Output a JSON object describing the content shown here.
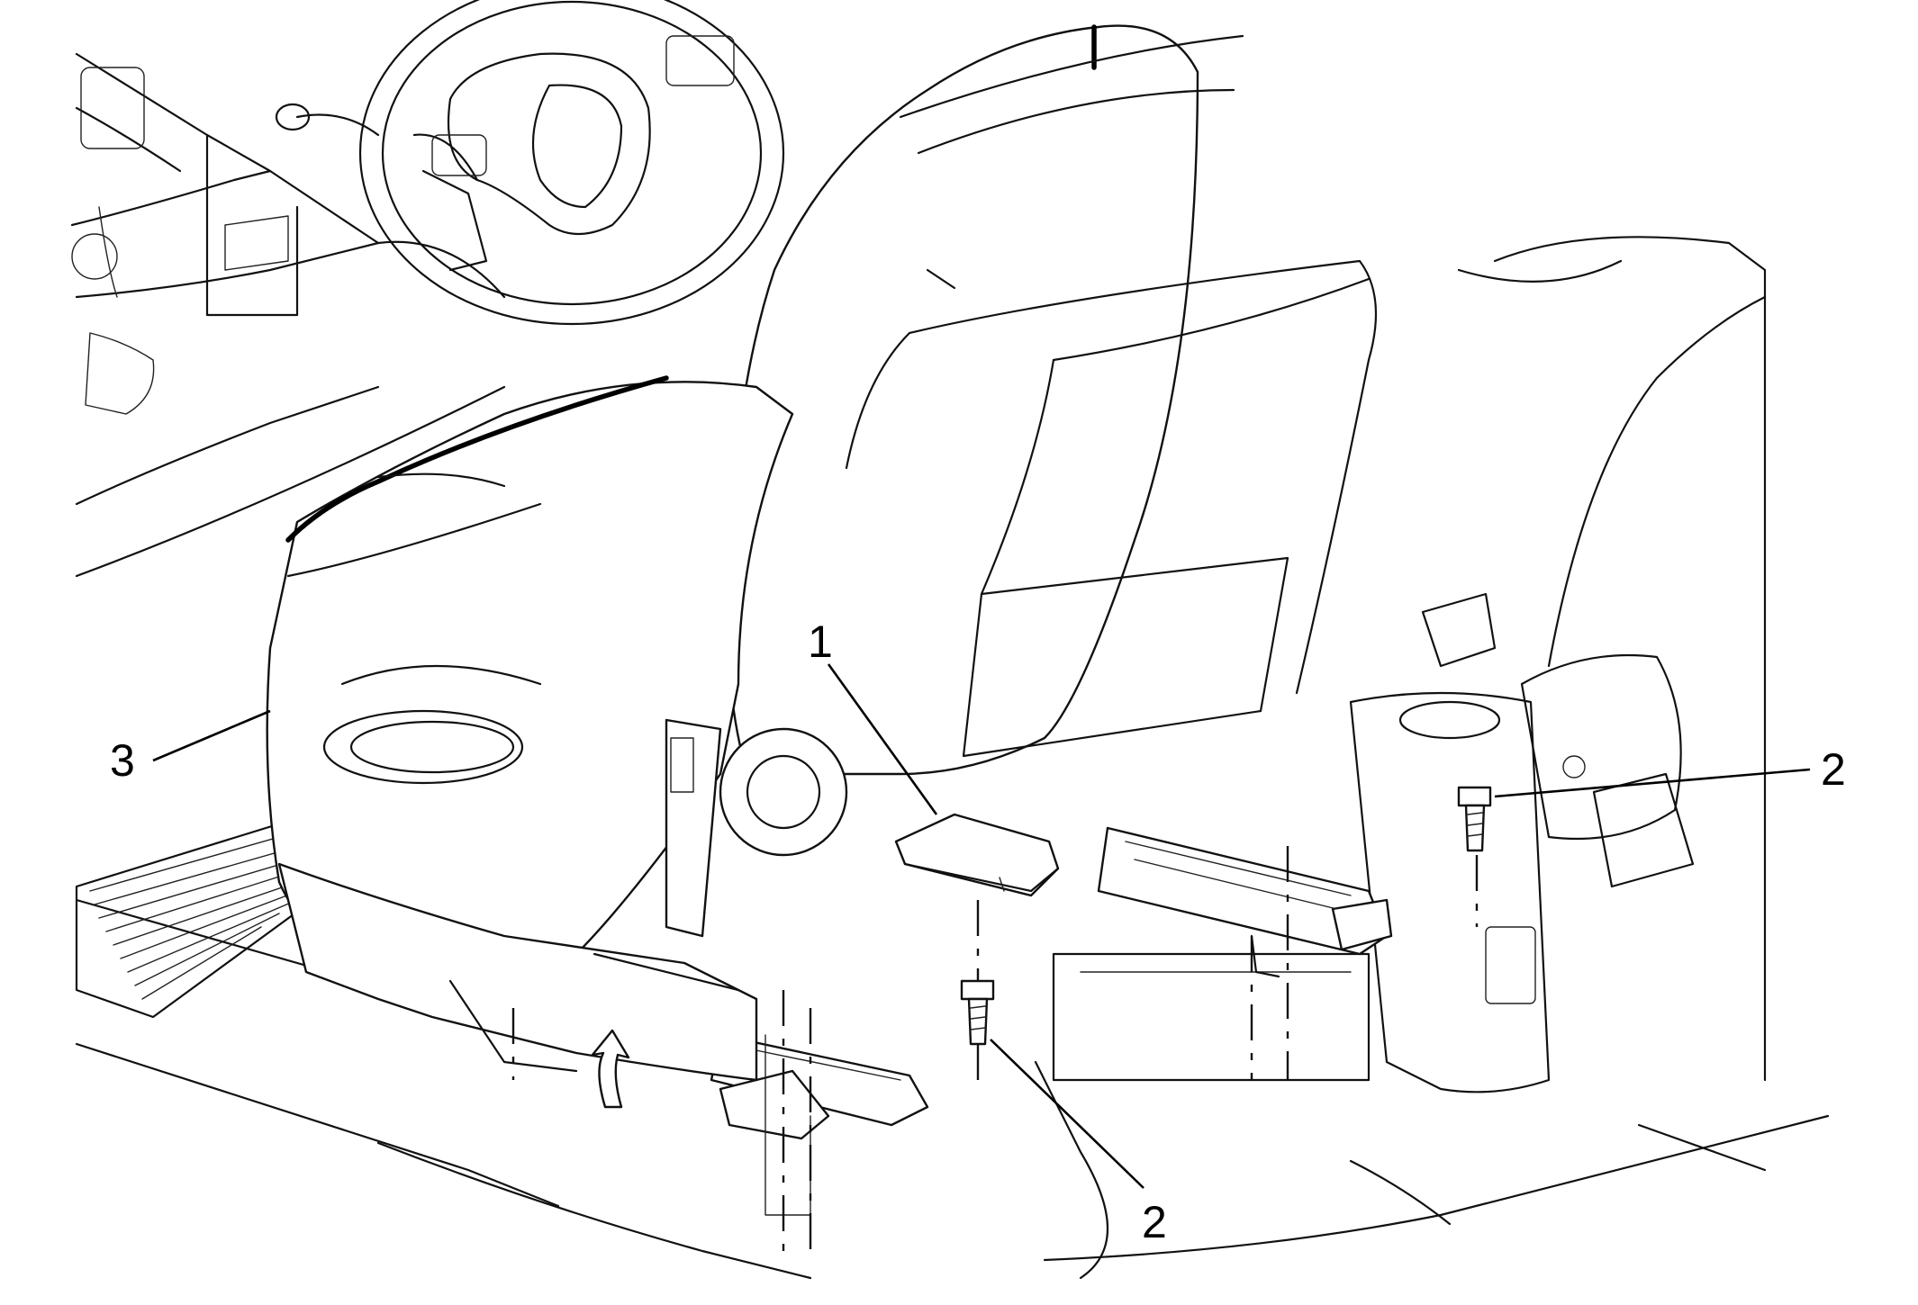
{
  "figure": {
    "callouts": [
      {
        "id": "callout-1",
        "label": "1"
      },
      {
        "id": "callout-2-right",
        "label": "2"
      },
      {
        "id": "callout-2-bottom",
        "label": "2"
      },
      {
        "id": "callout-3",
        "label": "3"
      }
    ],
    "parts": [
      {
        "name": "seat-track-cover",
        "callout": "1"
      },
      {
        "name": "seat-bolt",
        "callout": "2"
      },
      {
        "name": "driver-seat",
        "callout": "3"
      }
    ]
  }
}
